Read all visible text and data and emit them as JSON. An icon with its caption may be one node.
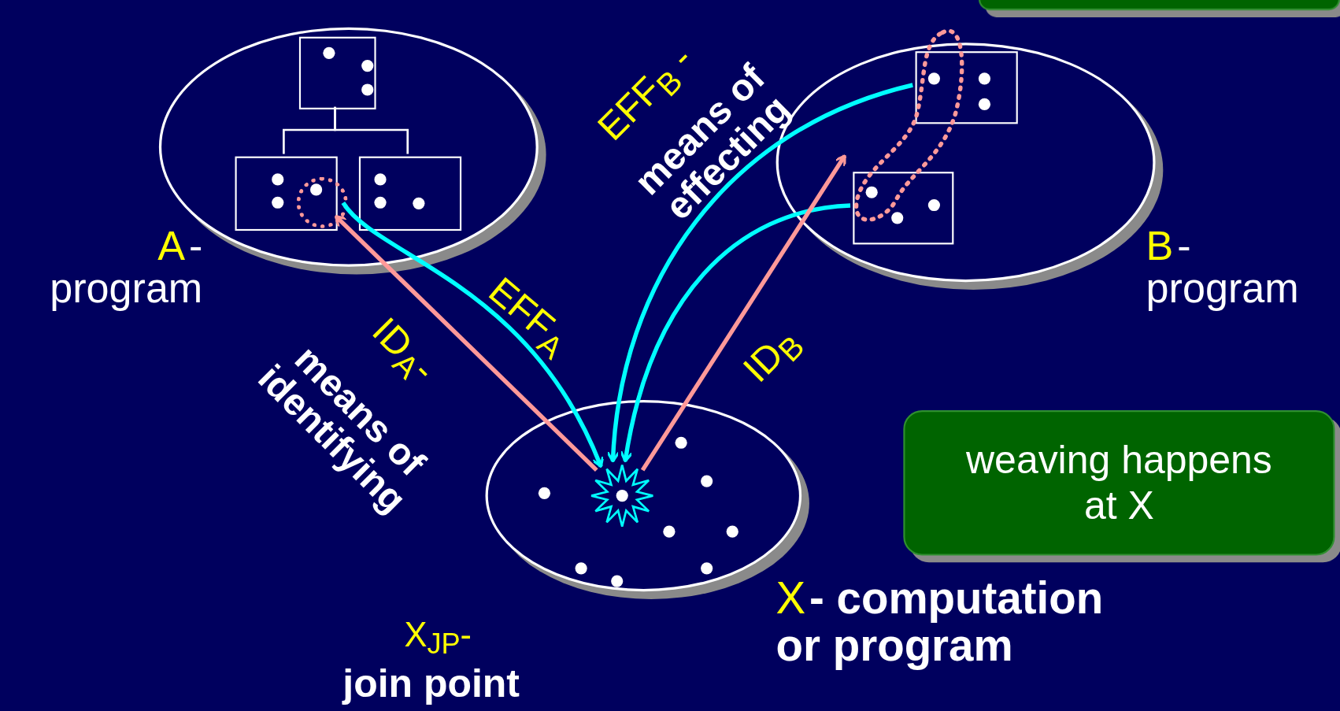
{
  "diagram": {
    "nodes": [
      {
        "text": [
          "A",
          "- program"
        ]
      },
      {
        "text": [],
        "shape": "box",
        "in": 0
      },
      {
        "text": [],
        "shape": "box",
        "in": 0
      },
      {
        "text": [],
        "shape": "box",
        "in": 0
      },
      {
        "text": [],
        "shape": "circle",
        "in": 2
      },
      {
        "text": [
          "B",
          "- program"
        ]
      },
      {
        "text": [],
        "shape": "box",
        "in": 5
      },
      {
        "text": [],
        "shape": "box",
        "in": 5
      },
      {
        "text": [],
        "shape": "oval",
        "in": 5
      },
      {
        "text": [
          "X",
          "- computation or program"
        ]
      },
      {
        "text": [],
        "shape": "star",
        "in": 9,
        "beside": [
          "X$_{JP}$-",
          "join point"
        ]
      },
      {
        "text": [
          "weaving happens at X"
        ]
      },
      {
        "text": [],
        "shape": "box"
      }
    ],
    "edges": [
      {
        "from": 1,
        "to": 2,
        "arrow": "none",
        "color": "#ffffff"
      },
      {
        "from": 1,
        "to": 3,
        "arrow": "none",
        "color": "#ffffff"
      },
      {
        "from": 10,
        "to": 4,
        "arrow": "to",
        "color": "#ff9999",
        "label": "ID$_{A}$-"
      },
      {
        "from": 4,
        "to": 10,
        "arrow": "to",
        "color": "#00ffff",
        "label": "EFF$_{A}$"
      },
      {
        "from": 6,
        "to": 10,
        "arrow": "to",
        "color": "#00ffff",
        "label": "EFF$_{B}$ -"
      },
      {
        "from": 7,
        "to": 10,
        "arrow": "to",
        "color": "#00ffff"
      },
      {
        "from": 10,
        "to": 8,
        "arrow": "to",
        "color": "#ff9999",
        "label": "ID$_{B}$"
      }
    ],
    "labels": [
      "means of effecting",
      "means of identifying"
    ]
  }
}
